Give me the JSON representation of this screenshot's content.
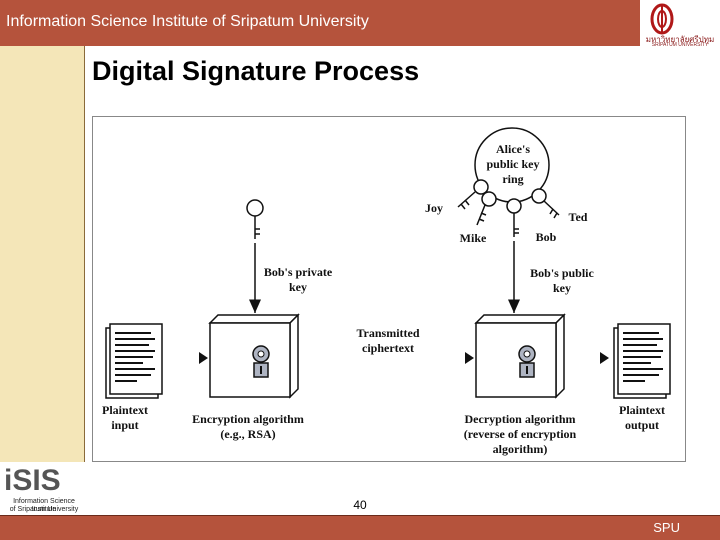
{
  "header": {
    "title": "Information Science Institute of Sripatum University",
    "logo_thai": "มหาวิทยาลัยศรีปทุม",
    "logo_en": "SRIPATUM UNIVERSITY"
  },
  "slide": {
    "title": "Digital Signature Process",
    "page_number": "40"
  },
  "diagram": {
    "labels": {
      "key_ring": [
        "Alice's",
        "public key",
        "ring"
      ],
      "joy": "Joy",
      "ted": "Ted",
      "mike": "Mike",
      "bob": "Bob",
      "bobs_private_key": [
        "Bob's private",
        "key"
      ],
      "bobs_public_key": [
        "Bob's public",
        "key"
      ],
      "transmitted": [
        "Transmitted",
        "ciphertext"
      ],
      "plaintext_input": [
        "Plaintext",
        "input"
      ],
      "encryption": [
        "Encryption algorithm",
        "(e.g., RSA)"
      ],
      "decryption": [
        "Decryption algorithm",
        "(reverse of encryption",
        "algorithm)"
      ],
      "plaintext_output": [
        "Plaintext",
        "output"
      ]
    }
  },
  "branding": {
    "isis_logo": "iSIS",
    "isis_sub": [
      "Information Science Institute",
      "of Sripatum University"
    ]
  },
  "footer": {
    "text": "SPU"
  },
  "colors": {
    "bar": "#b5533c",
    "sidebar": "#f4e6b8"
  }
}
